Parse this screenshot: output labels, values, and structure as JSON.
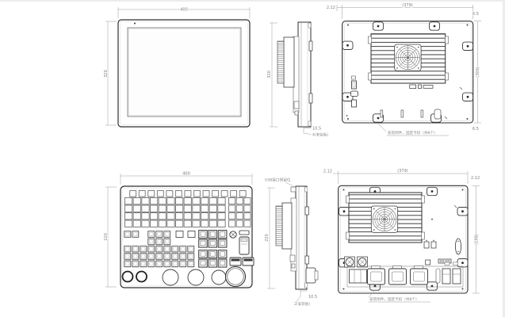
{
  "page": {
    "background": "#ffffff",
    "outline_color": "#2e2e2e",
    "detail_color": "#555555",
    "dim_color": "#9a9a9a"
  },
  "views": {
    "display_front": {
      "width_label": "400",
      "height_label": "320"
    },
    "display_side": {
      "height_label": "320",
      "depth_label": "10.5",
      "mount_label": "4(安装板)"
    },
    "display_rear": {
      "offset_label": "2.12",
      "width_label": "(379)",
      "corner_top_label": "6.5",
      "height_label": "(300)",
      "corner_bottom_label": "6.5",
      "clip_note": "安装附件，固定卡扣（共8个）"
    },
    "keyboard_front": {
      "width_label": "400",
      "height_label": "220"
    },
    "keyboard_side": {
      "usb_note": "USB接口预留位",
      "height_label": "220",
      "depth_label": "10.5",
      "mount_label": "2(安装板)"
    },
    "keyboard_rear": {
      "offset_label": "2.12",
      "width_label": "(379)",
      "corner_label": "2.12",
      "height_label": "(198)",
      "clip_note": "安装附件，固定卡扣（共8个）"
    }
  }
}
